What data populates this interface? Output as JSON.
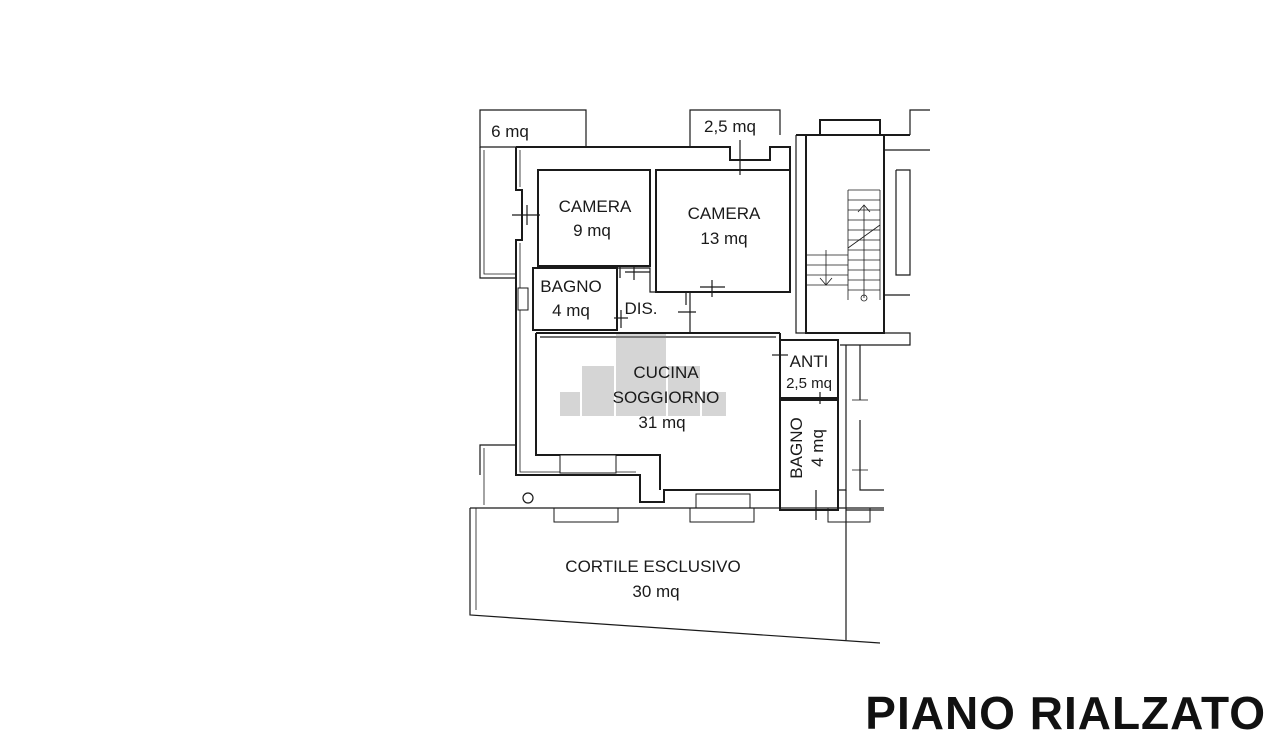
{
  "title": "PIANO RIALZATO",
  "rooms": {
    "terrace_left": {
      "area": "6 mq"
    },
    "terrace_top": {
      "area": "2,5 mq"
    },
    "camera_small": {
      "name": "CAMERA",
      "area": "9 mq"
    },
    "camera_large": {
      "name": "CAMERA",
      "area": "13 mq"
    },
    "bagno_main": {
      "name": "BAGNO",
      "area": "4 mq"
    },
    "disimpegno": {
      "name": "DIS."
    },
    "living": {
      "name_line1": "CUCINA",
      "name_line2": "SOGGIORNO",
      "area": "31 mq"
    },
    "anti": {
      "name": "ANTI",
      "area": "2,5 mq"
    },
    "bagno_second": {
      "name": "BAGNO",
      "area": "4 mq"
    },
    "courtyard": {
      "name": "CORTILE ESCLUSIVO",
      "area": "30 mq"
    }
  },
  "colors": {
    "line": "#1a1a1a",
    "watermark": "#8a8a8a"
  }
}
